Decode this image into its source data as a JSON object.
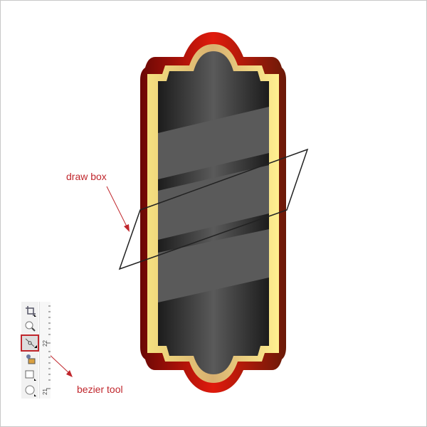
{
  "annotations": {
    "draw_box": "draw box",
    "bezier_tool": "bezier tool"
  },
  "toolbar": {
    "tools": [
      "crop-tool",
      "zoom-tool",
      "bezier-tool",
      "smart-fill-tool",
      "rectangle-tool",
      "ellipse-tool"
    ],
    "active_tool": "bezier-tool",
    "ruler_labels": [
      "22",
      "21"
    ]
  },
  "colors": {
    "annotation": "#c0262c",
    "frame_red": "#d01a10",
    "frame_dark": "#6a0a05",
    "gold": "#e8c878",
    "panel": "#3a3a3a",
    "band": "#5a5a5a"
  }
}
